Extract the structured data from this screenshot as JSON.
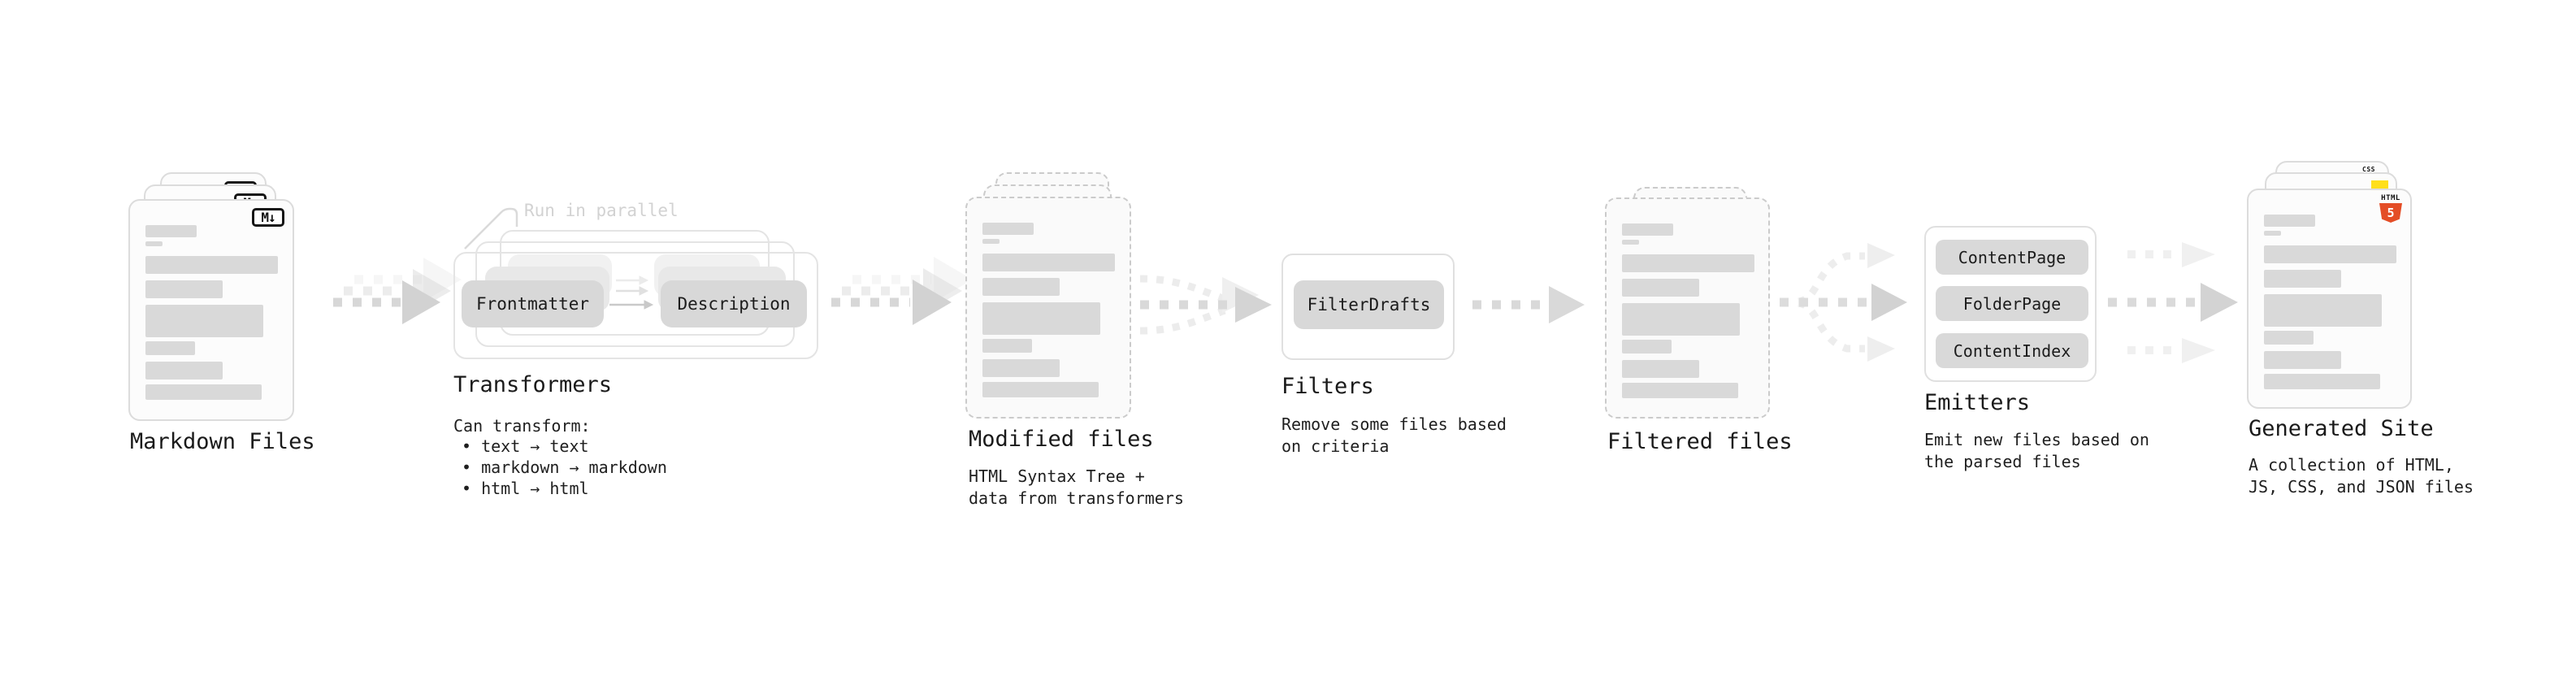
{
  "stages": {
    "markdown": {
      "title": "Markdown Files",
      "badge": "M↓"
    },
    "transformers": {
      "title": "Transformers",
      "note": "Run in parallel",
      "source_box": "Frontmatter",
      "target_box": "Description",
      "description_heading": "Can transform:",
      "bullets": [
        "• text → text",
        "• markdown → markdown",
        "• html → html"
      ]
    },
    "modified": {
      "title": "Modified files",
      "subtitle": "HTML Syntax Tree +\ndata from transformers"
    },
    "filters": {
      "title": "Filters",
      "button": "FilterDrafts",
      "subtitle": "Remove some files based\non criteria"
    },
    "filtered": {
      "title": "Filtered files"
    },
    "emitters": {
      "title": "Emitters",
      "buttons": [
        "ContentPage",
        "FolderPage",
        "ContentIndex"
      ],
      "subtitle": "Emit new files based on\nthe parsed files"
    },
    "generated": {
      "title": "Generated Site",
      "subtitle": "A collection of HTML,\nJS, CSS, and JSON files",
      "badges": {
        "css_label": "CSS",
        "html_label": "HTML",
        "html_version": "5"
      }
    }
  },
  "colors": {
    "html5_orange": "#e44d26",
    "js_yellow": "#ffdf1b",
    "css_blue": "#2563eb",
    "placeholder_gray": "#d9d9d9",
    "arrow_gray": "#d7d7d7"
  }
}
